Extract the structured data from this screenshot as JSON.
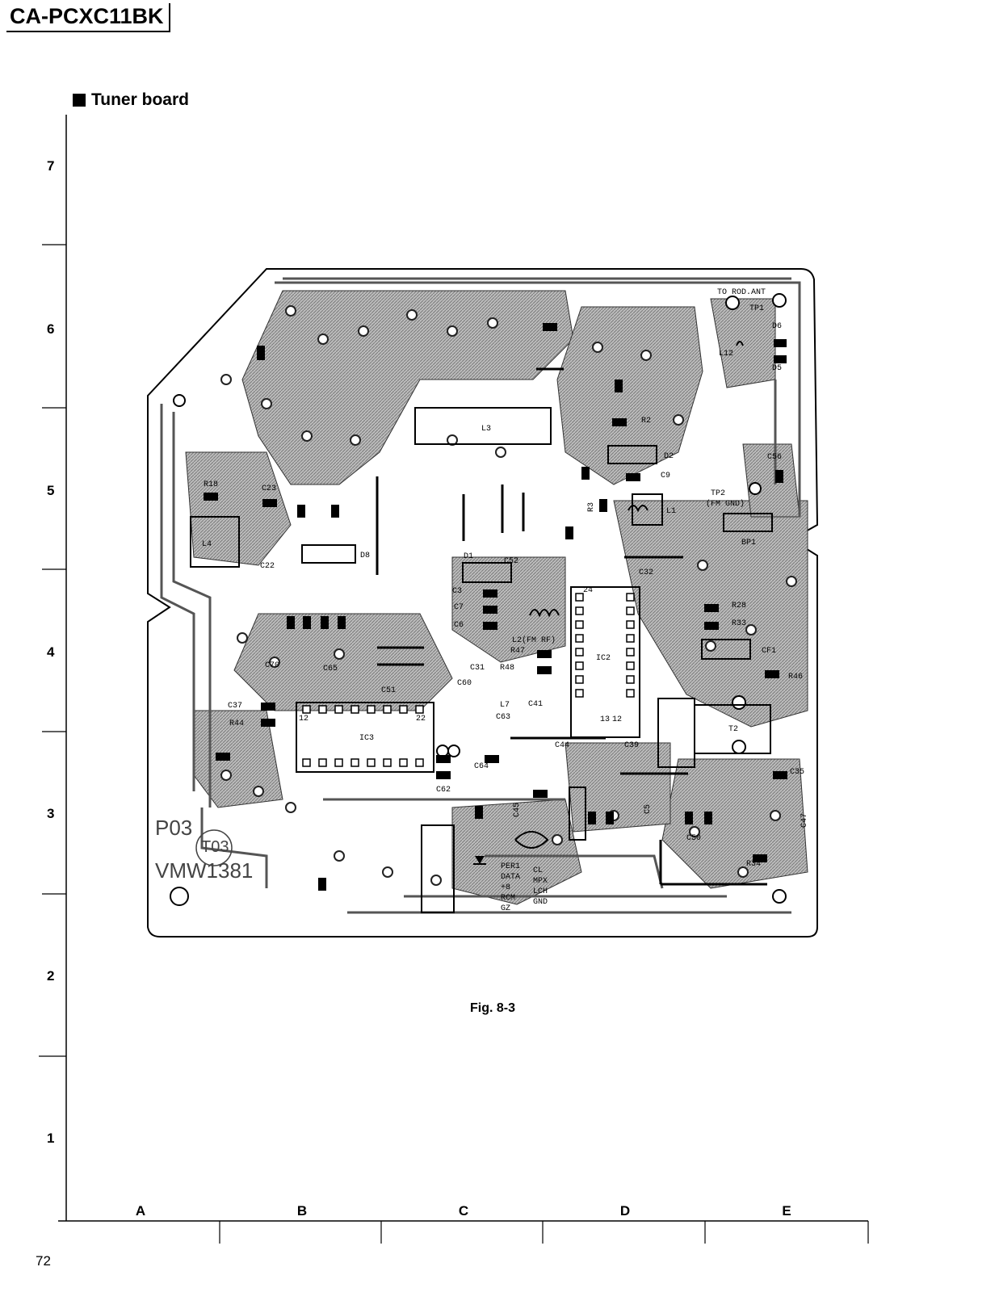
{
  "header": {
    "model": "CA-PCXC11BK"
  },
  "section": {
    "title": "Tuner board"
  },
  "grid": {
    "rows": [
      "7",
      "6",
      "5",
      "4",
      "3",
      "2",
      "1"
    ],
    "cols": [
      "A",
      "B",
      "C",
      "D",
      "E"
    ]
  },
  "board": {
    "silkscreen": [
      "P03",
      "T03",
      "VMW1381"
    ],
    "labels": {
      "ant": "TO ROD.ANT",
      "tp1": "TP1",
      "tp2": "TP2",
      "fm_gnd": "(FM GND)",
      "l3": "L3",
      "l1": "L1",
      "l2": "L2(FM RF)",
      "l4": "L4",
      "l7": "L7",
      "l12": "L12",
      "ic2": "IC2",
      "ic3": "IC3",
      "cf1": "CF1",
      "bp1": "BP1",
      "t2": "T2",
      "d1": "D1",
      "d2": "D2",
      "d5": "D5",
      "d6": "D6",
      "d8": "D8",
      "r2": "R2",
      "r3": "R3",
      "r18": "R18",
      "r28": "R28",
      "r33": "R33",
      "r34": "R34",
      "r44": "R44",
      "r46": "R46",
      "r47": "R47",
      "r48": "R48",
      "c3": "C3",
      "c7": "C7",
      "c6": "C6",
      "c9": "C9",
      "c22": "C22",
      "c23": "C23",
      "c31": "C31",
      "c32": "C32",
      "c37": "C37",
      "c35": "C35",
      "c41": "C41",
      "c44": "C44",
      "c50": "C50",
      "c51": "C51",
      "c52": "C52",
      "c56": "C56",
      "c60": "C60",
      "c62": "C62",
      "c63": "C63",
      "c64": "C64",
      "c65": "C65",
      "c70": "C70",
      "c39": "C39",
      "c45": "C45",
      "c47": "C47",
      "c5": "C5",
      "conn": [
        "PER1",
        "DATA",
        "+8",
        "RCM",
        "GZ"
      ],
      "conn2": [
        "CL",
        "MPX",
        "LCH",
        "GND"
      ],
      "pin24": "24",
      "pin13": "13",
      "pin12": "12",
      "pin22": "22",
      "pin12b": "12"
    }
  },
  "figure": {
    "caption": "Fig. 8-3"
  },
  "page": {
    "number": "72"
  }
}
